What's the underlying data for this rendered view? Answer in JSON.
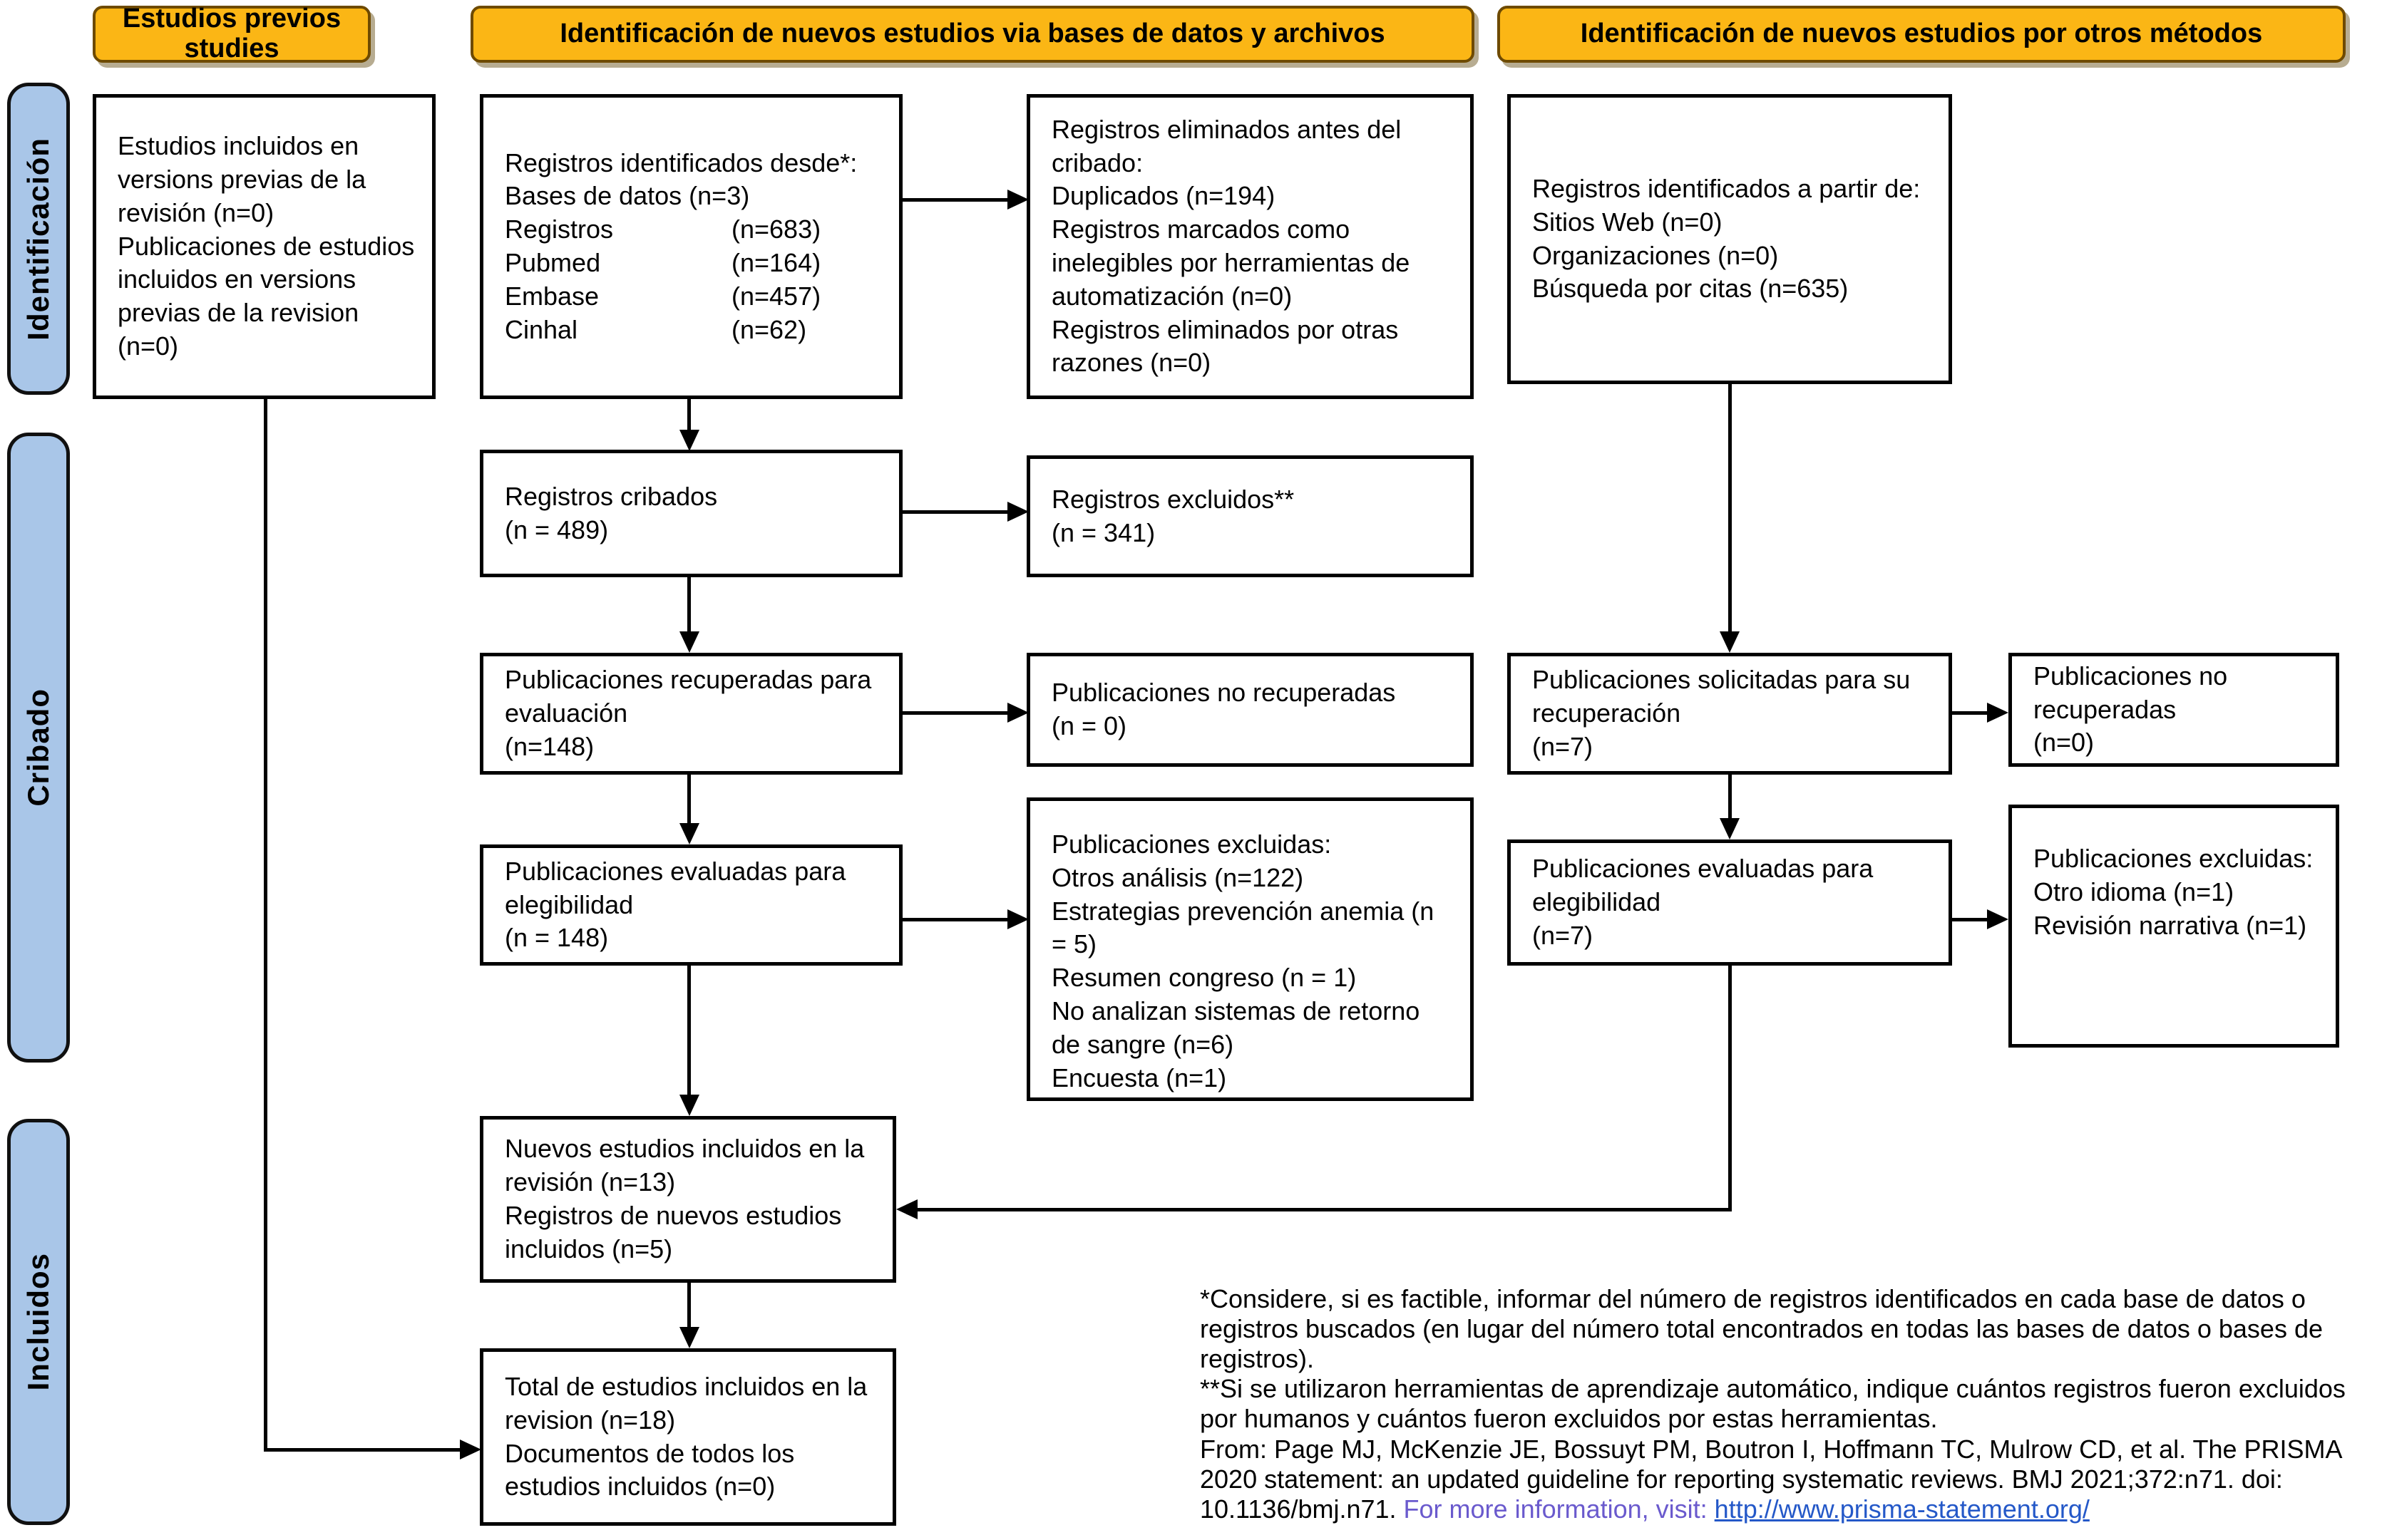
{
  "headers": {
    "previous": "Estudios previos studies",
    "databases": "Identificación de nuevos estudios via bases de datos y archivos",
    "other_methods": "Identificación de nuevos estudios por otros métodos"
  },
  "sidebar": {
    "identification": "Identificación",
    "screening": "Cribado",
    "included": "Incluidos"
  },
  "boxes": {
    "previous_studies": {
      "l1": "Estudios incluidos en versions previas de la revisión (n=0)",
      "l2": "Publicaciones de estudios incluidos en versions previas de la revision (n=0)"
    },
    "identified_db": {
      "title": "Registros identificados desde*:",
      "line_db": "Bases de datos (n=3)",
      "rows": [
        {
          "label": "Registros",
          "value": "(n=683)"
        },
        {
          "label": "Pubmed",
          "value": "(n=164)"
        },
        {
          "label": "Embase",
          "value": "(n=457)"
        },
        {
          "label": "Cinhal",
          "value": "(n=62)"
        }
      ]
    },
    "removed_before": {
      "l1": "Registros eliminados antes del cribado:",
      "l2": "Duplicados (n=194)",
      "l3": "Registros marcados como inelegibles por herramientas de automatización (n=0)",
      "l4": "Registros eliminados por otras razones (n=0)"
    },
    "identified_other": {
      "l1": "Registros identificados a partir de:",
      "l2": "Sitios Web (n=0)",
      "l3": "Organizaciones (n=0)",
      "l4": "Búsqueda por citas (n=635)"
    },
    "screened": {
      "l1": "Registros cribados",
      "l2": "(n = 489)"
    },
    "records_excluded": {
      "l1": "Registros excluidos**",
      "l2": "(n = 341)"
    },
    "retrieved": {
      "l1": "Publicaciones recuperadas para evaluación",
      "l2": "(n=148)"
    },
    "not_retrieved": {
      "l1": "Publicaciones no recuperadas",
      "l2": "(n = 0)"
    },
    "assessed": {
      "l1": "Publicaciones evaluadas para elegibilidad",
      "l2": "(n = 148)"
    },
    "pub_excluded": {
      "title": "Publicaciones excluidas:",
      "l1": "Otros análisis (n=122)",
      "l2": "Estrategias prevención anemia (n = 5)",
      "l3": "Resumen congreso (n = 1)",
      "l4": "No analizan sistemas de retorno de sangre (n=6)",
      "l5": "Encuesta (n=1)"
    },
    "sought": {
      "l1": "Publicaciones solicitadas para su recuperación",
      "l2": "(n=7)"
    },
    "not_retrieved_other": {
      "l1": "Publicaciones no recuperadas",
      "l2": "(n=0)"
    },
    "assessed_other": {
      "l1": "Publicaciones evaluadas para elegibilidad",
      "l2": "(n=7)"
    },
    "pub_excluded_other": {
      "title": "Publicaciones excluidas:",
      "l1": "Otro idioma (n=1)",
      "l2": "Revisión narrativa (n=1)"
    },
    "new_included": {
      "l1": "Nuevos estudios incluidos en la revisión (n=13)",
      "l2": "Registros de nuevos estudios incluidos (n=5)"
    },
    "total_included": {
      "l1": "Total de estudios incluidos en la revision (n=18)",
      "l2": "Documentos de todos los estudios incluidos (n=0)"
    }
  },
  "footnotes": {
    "note1": "*Considere, si es factible, informar del número de registros identificados en cada base de datos o registros buscados (en lugar del número total encontrados en todas las bases de datos o bases de registros).",
    "note2": "**Si se utilizaron herramientas de aprendizaje automático, indique cuántos registros fueron excluidos por humanos y cuántos fueron excluidos por estas herramientas.",
    "citation": "From: Page MJ, McKenzie JE, Bossuyt PM, Boutron I, Hoffmann TC, Mulrow CD, et al. The PRISMA 2020 statement: an updated guideline for reporting systematic reviews. BMJ 2021;372:n71. doi: 10.1136/bmj.n71. ",
    "more_info": "For more information, visit: ",
    "link": "http://www.prisma-statement.org/"
  },
  "colors": {
    "header_fill": "#FBB615",
    "header_border": "#6E4A00",
    "sidebar_fill": "#A9C6E8",
    "box_border": "#000000",
    "more_info_text": "#6A5ACD",
    "link_text": "#2458C8"
  }
}
